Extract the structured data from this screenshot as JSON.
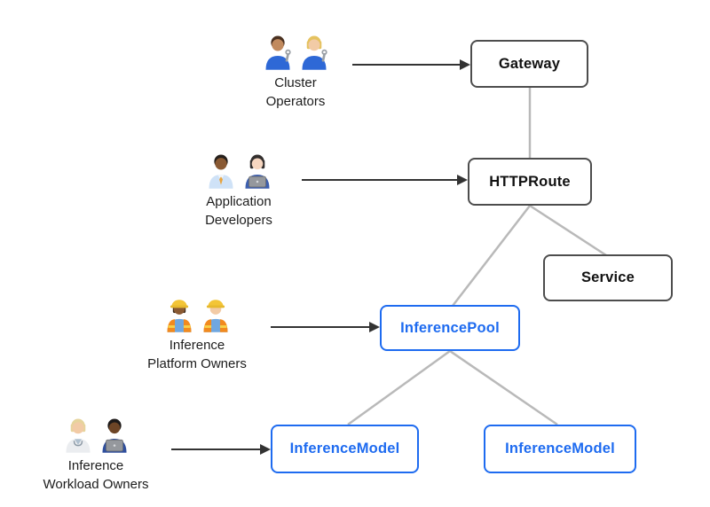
{
  "colors": {
    "background": "#ffffff",
    "node_border_dark": "#4d4d4d",
    "node_text_dark": "#111111",
    "node_border_blue": "#1e6bf0",
    "node_text_blue": "#1e6bf0",
    "edge_gray": "#b9b9b9",
    "arrow_dark": "#333333"
  },
  "nodes": {
    "gateway": {
      "label": "Gateway",
      "style": "dark"
    },
    "httproute": {
      "label": "HTTPRoute",
      "style": "dark"
    },
    "service": {
      "label": "Service",
      "style": "dark"
    },
    "inferencepool": {
      "label": "InferencePool",
      "style": "blue"
    },
    "inferencemodel_left": {
      "label": "InferenceModel",
      "style": "blue"
    },
    "inferencemodel_right": {
      "label": "InferenceModel",
      "style": "blue"
    }
  },
  "actors": {
    "cluster_operators": {
      "lines": [
        "Cluster",
        "Operators"
      ],
      "icons": [
        "man-mechanic-emoji",
        "woman-mechanic-emoji"
      ],
      "points_to": "gateway"
    },
    "application_developers": {
      "lines": [
        "Application",
        "Developers"
      ],
      "icons": [
        "man-office-worker-emoji",
        "woman-technologist-emoji"
      ],
      "points_to": "httproute"
    },
    "inference_platform_owners": {
      "lines": [
        "Inference",
        "Platform Owners"
      ],
      "icons": [
        "woman-construction-worker-emoji",
        "man-construction-worker-emoji"
      ],
      "points_to": "inferencepool"
    },
    "inference_workload_owners": {
      "lines": [
        "Inference",
        "Workload Owners"
      ],
      "icons": [
        "health-worker-emoji",
        "man-technologist-emoji"
      ],
      "points_to": "inferencemodel_left"
    }
  },
  "edges": [
    {
      "from": "gateway",
      "to": "httproute",
      "type": "association"
    },
    {
      "from": "httproute",
      "to": "inferencepool",
      "type": "association"
    },
    {
      "from": "httproute",
      "to": "service",
      "type": "association"
    },
    {
      "from": "inferencepool",
      "to": "inferencemodel_left",
      "type": "association"
    },
    {
      "from": "inferencepool",
      "to": "inferencemodel_right",
      "type": "association"
    },
    {
      "from": "cluster_operators",
      "to": "gateway",
      "type": "arrow"
    },
    {
      "from": "application_developers",
      "to": "httproute",
      "type": "arrow"
    },
    {
      "from": "inference_platform_owners",
      "to": "inferencepool",
      "type": "arrow"
    },
    {
      "from": "inference_workload_owners",
      "to": "inferencemodel_left",
      "type": "arrow"
    }
  ]
}
